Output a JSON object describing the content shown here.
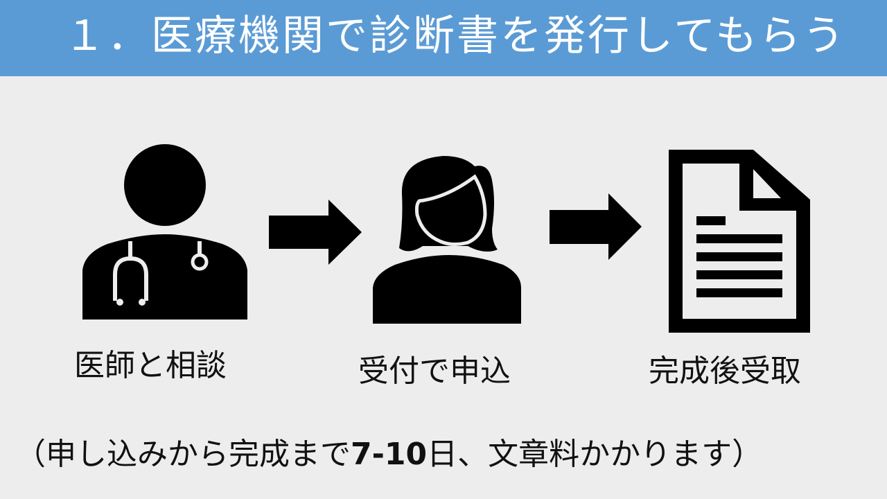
{
  "header": {
    "title": "１．医療機関で診断書を発行してもらう",
    "background_color": "#5B9BD5",
    "text_color": "#FFFFFF"
  },
  "steps": [
    {
      "icon": "doctor-icon",
      "label": "医師と相談"
    },
    {
      "icon": "receptionist-icon",
      "label": "受付で申込"
    },
    {
      "icon": "document-icon",
      "label": "完成後受取"
    }
  ],
  "arrows": [
    {
      "icon": "arrow-right-icon"
    },
    {
      "icon": "arrow-right-icon"
    }
  ],
  "note": {
    "prefix": "（申し込みから完成まで",
    "duration": "7-10",
    "suffix": "日、文章料かかります）"
  },
  "colors": {
    "background": "#EDEDED",
    "icon": "#000000"
  }
}
